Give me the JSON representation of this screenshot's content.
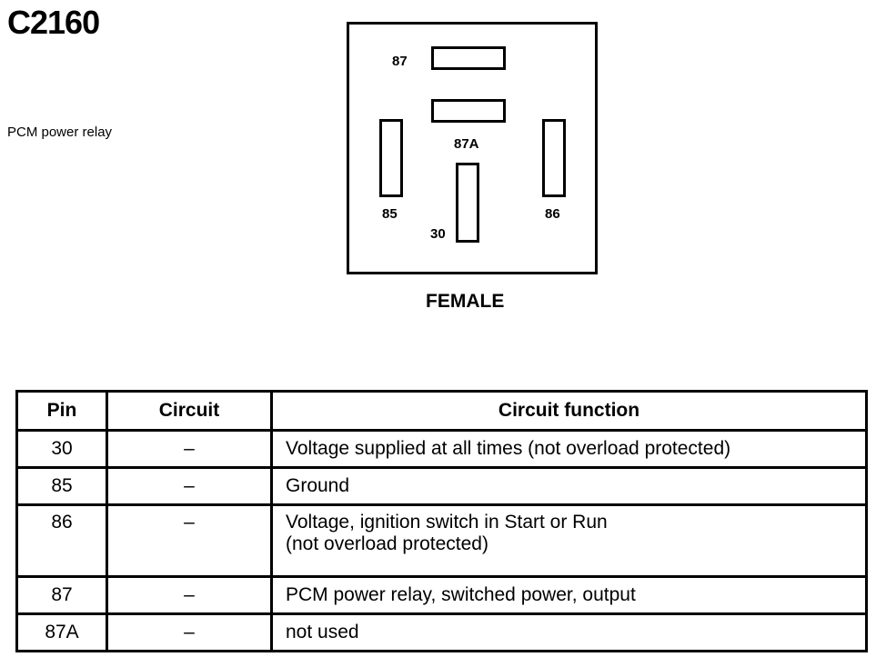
{
  "connector": {
    "id": "C2160",
    "description": "PCM power relay",
    "view": "FEMALE"
  },
  "pins": {
    "p87": "87",
    "p87A": "87A",
    "p85": "85",
    "p86": "86",
    "p30": "30"
  },
  "table": {
    "headers": {
      "pin": "Pin",
      "circuit": "Circuit",
      "function": "Circuit function"
    },
    "rows": [
      {
        "pin": "30",
        "circuit": "–",
        "function": "Voltage supplied at all times (not overload protected)"
      },
      {
        "pin": "85",
        "circuit": "–",
        "function": "Ground"
      },
      {
        "pin": "86",
        "circuit": "–",
        "function_line1": "Voltage, ignition switch in Start or Run",
        "function_line2": "(not overload protected)"
      },
      {
        "pin": "87",
        "circuit": "–",
        "function": "PCM power relay, switched power, output"
      },
      {
        "pin": "87A",
        "circuit": "–",
        "function": "not used"
      }
    ]
  }
}
